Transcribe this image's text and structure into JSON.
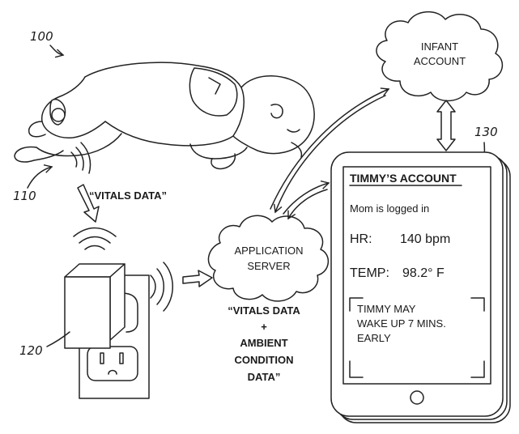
{
  "refs": {
    "figure": "100",
    "sensor": "110",
    "hub": "120",
    "device": "130"
  },
  "labels": {
    "vitals_data": "“VITALS DATA”",
    "infant_account_line1": "INFANT",
    "infant_account_line2": "ACCOUNT",
    "app_server_line1": "APPLICATION",
    "app_server_line2": "SERVER",
    "combined_line1": "“VITALS DATA",
    "combined_line2": "+",
    "combined_line3": "AMBIENT",
    "combined_line4": "CONDITION",
    "combined_line5": "DATA”"
  },
  "screen": {
    "title": "TIMMY’S ACCOUNT",
    "status": "Mom is logged in",
    "hr_label": "HR:",
    "hr_value": "140 bpm",
    "temp_label": "TEMP:",
    "temp_value": "98.2° F",
    "alert_line1": "TIMMY MAY",
    "alert_line2": "WAKE UP 7 MINS.",
    "alert_line3": "EARLY"
  }
}
